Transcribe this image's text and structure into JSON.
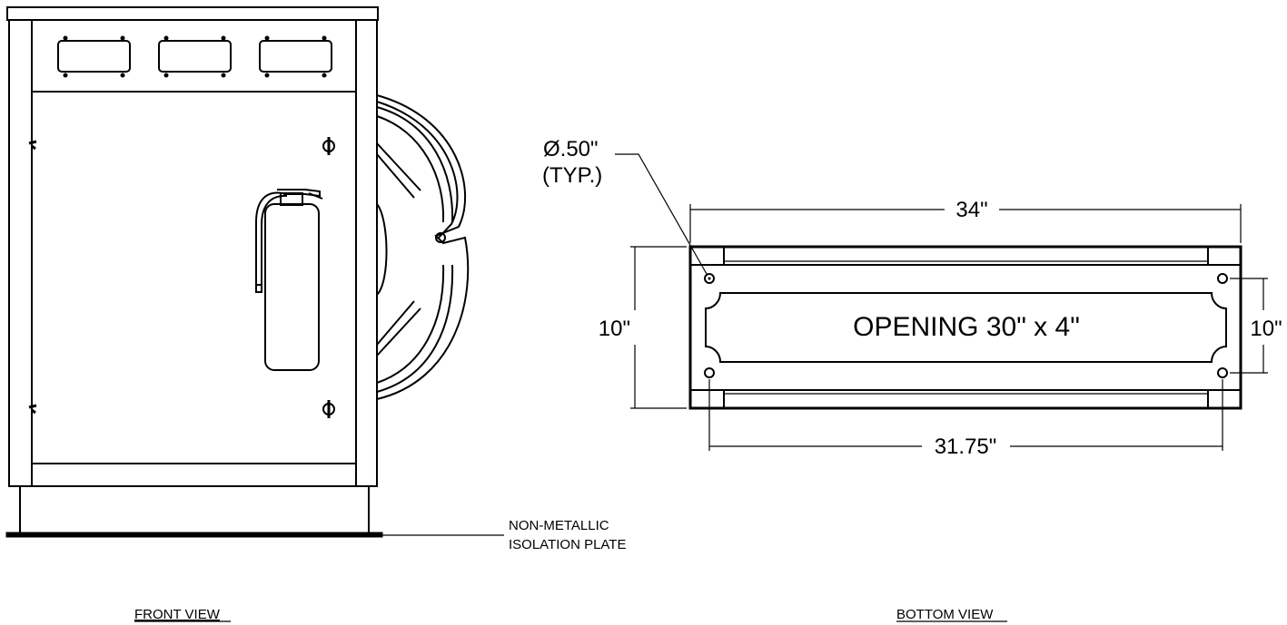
{
  "front_view": {
    "title": "FRONT VIEW",
    "plate_label_line1": "NON-METALLIC",
    "plate_label_line2": "ISOLATION PLATE"
  },
  "bottom_view": {
    "title": "BOTTOM VIEW",
    "hole_label_line1": "Ø.50\"",
    "hole_label_line2": "(TYP.)",
    "width_dim": "34\"",
    "depth_dim_left": "10\"",
    "depth_dim_right": "10\"",
    "hole_spacing_dim": "31.75\"",
    "opening_label": "OPENING 30\" x 4\""
  }
}
